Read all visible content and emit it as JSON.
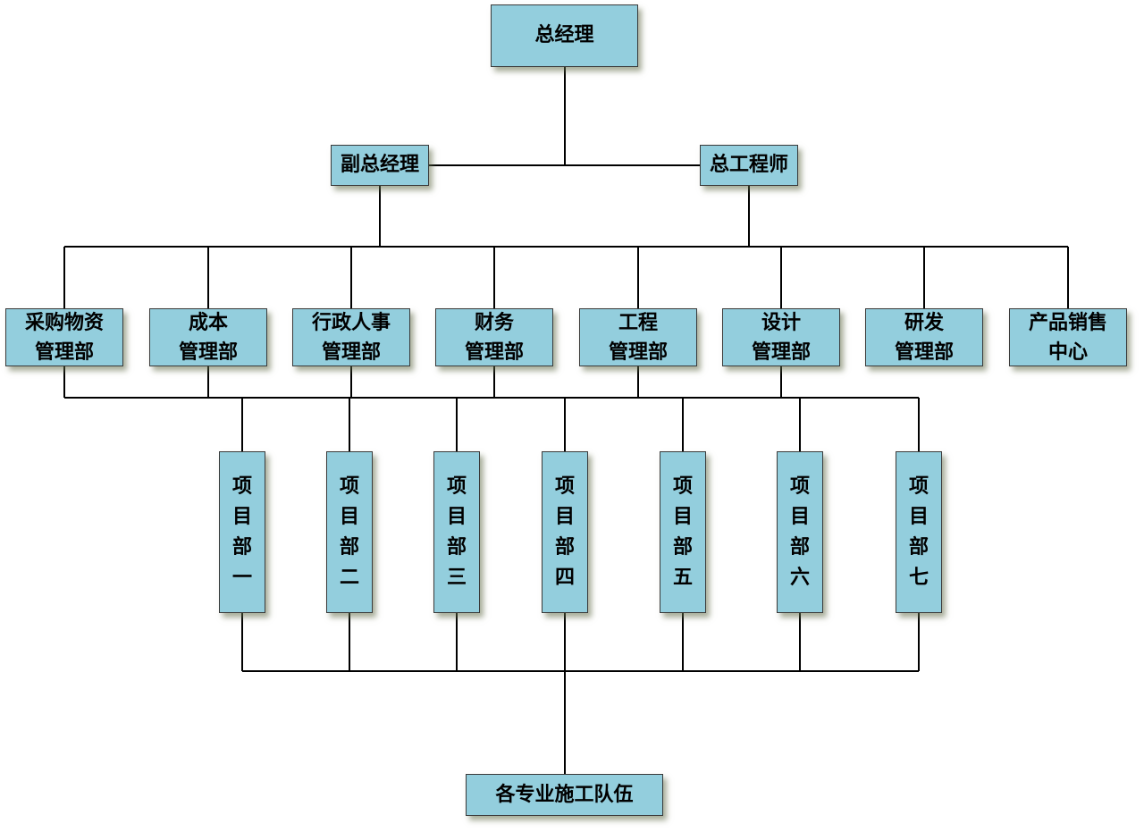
{
  "chart": {
    "general_manager": "总经理",
    "deputy_general_manager": "副总经理",
    "chief_engineer": "总工程师",
    "departments": [
      [
        "采购物资",
        "管理部"
      ],
      [
        "成本",
        "管理部"
      ],
      [
        "行政人事",
        "管理部"
      ],
      [
        "财务",
        "管理部"
      ],
      [
        "工程",
        "管理部"
      ],
      [
        "设计",
        "管理部"
      ],
      [
        "研发",
        "管理部"
      ],
      [
        "产品销售",
        "中心"
      ]
    ],
    "projects": [
      [
        "项",
        "目",
        "部",
        "一"
      ],
      [
        "项",
        "目",
        "部",
        "二"
      ],
      [
        "项",
        "目",
        "部",
        "三"
      ],
      [
        "项",
        "目",
        "部",
        "四"
      ],
      [
        "项",
        "目",
        "部",
        "五"
      ],
      [
        "项",
        "目",
        "部",
        "六"
      ],
      [
        "项",
        "目",
        "部",
        "七"
      ]
    ],
    "construction_teams": "各专业施工队伍"
  },
  "colors": {
    "box_fill": "#93cedd",
    "line": "#000000"
  }
}
